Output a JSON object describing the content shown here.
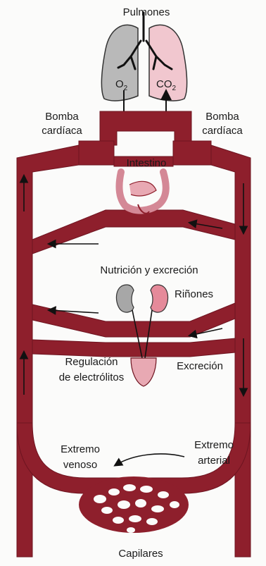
{
  "labels": {
    "lungs": "Pulmones",
    "o2": "O",
    "o2_sub": "2",
    "co2": "CO",
    "co2_sub": "2",
    "pump_left_1": "Bomba",
    "pump_left_2": "cardíaca",
    "pump_right_1": "Bomba",
    "pump_right_2": "cardíaca",
    "intestine": "Intestino",
    "nutrition": "Nutrición y excreción",
    "kidneys": "Riñones",
    "regulation_1": "Regulación",
    "regulation_2": "de electrólitos",
    "excretion": "Excreción",
    "venous_1": "Extremo",
    "venous_2": "venoso",
    "arterial_1": "Extremo",
    "arterial_2": "arterial",
    "capillaries": "Capilares"
  },
  "colors": {
    "vessel": "#8e1f2c",
    "vessel_dark": "#6e1420",
    "lung_left": "#b9b9b9",
    "lung_right": "#f1c7cf",
    "kidney_left": "#a7a7a7",
    "kidney_right": "#e58a9a",
    "intestine": "#d48896",
    "bladder": "#e8a9b3"
  }
}
